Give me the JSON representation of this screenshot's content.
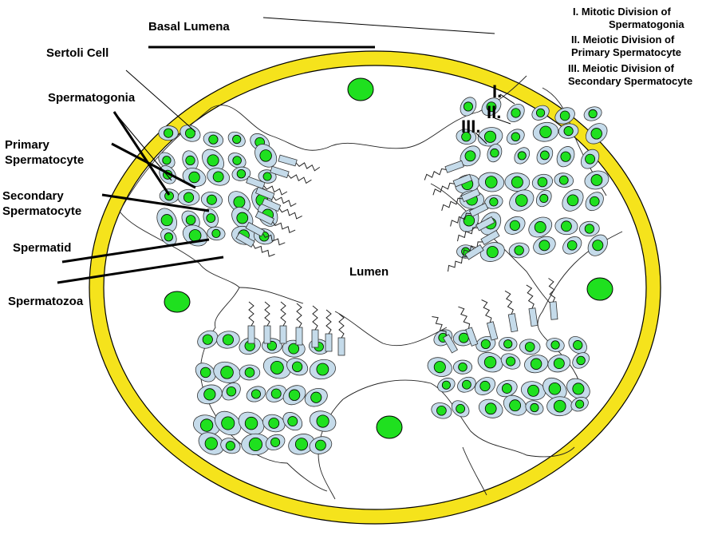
{
  "labels": {
    "basal_lumena": "Basal Lumena",
    "sertoli_cell": "Sertoli Cell",
    "spermatogonia": "Spermatogonia",
    "primary_line1": "Primary",
    "primary_line2": "Spermatocyte",
    "secondary_line1": "Secondary",
    "secondary_line2": "Spermatocyte",
    "spermatid": "Spermatid",
    "spermatozoa": "Spermatozoa",
    "lumen": "Lumen"
  },
  "legend": {
    "i_line1": "I.      Mitotic Division of",
    "i_line2": "Spermatogonia",
    "ii_line1": "II. Meiotic Division of",
    "ii_line2": "Primary Spermatocyte",
    "iii_line1": "III. Meiotic Division of",
    "iii_line2": "Secondary Spermatocyte"
  },
  "markers": {
    "i": "I.",
    "ii": "II.",
    "iii": "III."
  },
  "colors": {
    "basement_ring": "#f5e31c",
    "nucleus": "#1fe01f",
    "cell_body": "#c5dbea",
    "outline": "#000000"
  }
}
